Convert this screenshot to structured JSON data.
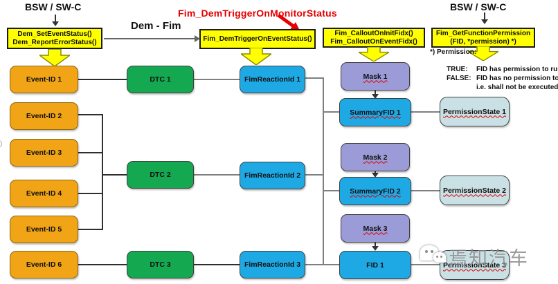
{
  "headers": {
    "bsw_left": "BSW / SW-C",
    "bsw_right": "BSW / SW-C",
    "dem_fim": "Dem - Fim",
    "red_title": "Fim_DemTriggerOnMonitorStatus"
  },
  "callouts": {
    "dem_set_line1": "Dem_SetEventStatus()",
    "dem_set_line2": "Dem_ReportErrorStatus()",
    "fim_trigger": "Fim_DemTriggerOnEventStatus()",
    "fim_callout_line1": "Fim_CalloutOnInitFidx()",
    "fim_callout_line2": "Fim_CalloutOnEventFidx()",
    "fim_getperm_line1": "Fim_GetFunctionPermission",
    "fim_getperm_line2": "(FID, *permission)  *)"
  },
  "permission_note": {
    "label": "*) Permission:",
    "true_key": "TRUE:",
    "true_text": "FID has permission to run",
    "false_key": "FALSE:",
    "false_text": "FID has no permission to run,",
    "false_text2": "i.e. shall not be executed"
  },
  "nodes": {
    "event_ids": [
      "Event-ID 1",
      "Event-ID 2",
      "Event-ID 3",
      "Event-ID 4",
      "Event-ID 5",
      "Event-ID 6"
    ],
    "dtcs": [
      "DTC 1",
      "DTC 2",
      "DTC 3"
    ],
    "fim_reactions": [
      "FimReactionId 1",
      "FimReactionId 2",
      "FimReactionId 3"
    ],
    "masks": [
      "Mask 1",
      "Mask 2",
      "Mask 3"
    ],
    "summary_fids": [
      "SummaryFID 1",
      "SummaryFID 2",
      "FID 1"
    ],
    "permission_states": [
      "PermissionState 1",
      "PermissionState 2",
      "PermissionState 3"
    ]
  },
  "watermark": {
    "text": "焉知汽车"
  },
  "edge_artifact": ")",
  "colors": {
    "callout_yellow": "#ffff00",
    "event_orange": "#f0a416",
    "dtc_green": "#14a851",
    "fim_blue": "#1fa9e4",
    "mask_purple": "#9b9bd7",
    "permission_state_blue": "#c9e0e5",
    "annotation_red": "#e60000"
  }
}
